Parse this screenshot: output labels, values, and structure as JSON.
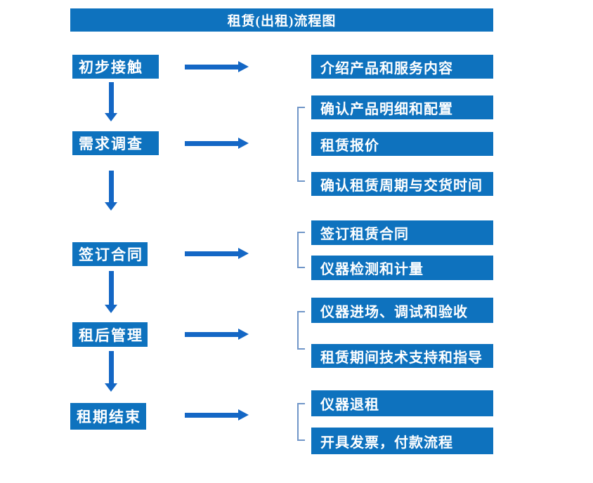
{
  "title": "租赁(出租)流程图",
  "colors": {
    "box_blue": "#0E72BE",
    "arrow_blue": "#1467C5",
    "bracket_blue": "#7096C8",
    "text_white": "#FFFFFF",
    "background": "#FFFFFF"
  },
  "flow": [
    {
      "stage": "初步接触",
      "details": [
        "介绍产品和服务内容"
      ]
    },
    {
      "stage": "需求调查",
      "details": [
        "确认产品明细和配置",
        "租赁报价",
        "确认租赁周期与交货时间"
      ]
    },
    {
      "stage": "签订合同",
      "details": [
        "签订租赁合同",
        "仪器检测和计量"
      ]
    },
    {
      "stage": "租后管理",
      "details": [
        "仪器进场、调试和验收",
        "租赁期间技术支持和指导"
      ]
    },
    {
      "stage": "租期结束",
      "details": [
        "仪器退租",
        "开具发票，付款流程"
      ]
    }
  ]
}
